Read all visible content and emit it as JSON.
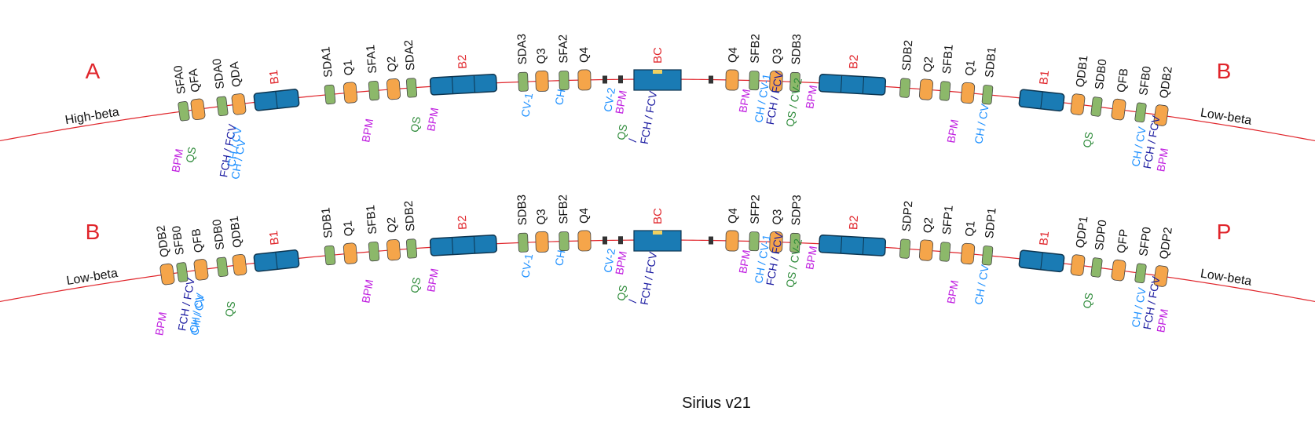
{
  "caption": "Sirius v21",
  "colors": {
    "beamline": "#e0252b",
    "dipole": "#1a7bb4",
    "dipole_stroke": "#0d3550",
    "bc_spot": "#f0d060",
    "quadrupole": "#f5a54a",
    "sextupole": "#8cb86a",
    "element_stroke": "#444444",
    "section_letter": "#e0252b",
    "magnet_name": "#111111",
    "dipole_name": "#e0252b",
    "ch_cv": "#1e90ff",
    "fch_fcv": "#1a1aa0",
    "qs": "#2e8b3a",
    "bpm": "#c020e0"
  },
  "rows": [
    {
      "left_letter": "A",
      "right_letter": "B",
      "left_beta": "High-beta",
      "right_beta": "Low-beta",
      "magnets": [
        {
          "label": "SFA0",
          "kind": "S"
        },
        {
          "label": "QFA",
          "kind": "Q"
        },
        {
          "label": "SDA0",
          "kind": "S"
        },
        {
          "label": "QDA",
          "kind": "Q"
        },
        {
          "label": "B1",
          "kind": "B1"
        },
        {
          "label": "SDA1",
          "kind": "S"
        },
        {
          "label": "Q1",
          "kind": "Q"
        },
        {
          "label": "SFA1",
          "kind": "S"
        },
        {
          "label": "Q2",
          "kind": "Q"
        },
        {
          "label": "SDA2",
          "kind": "S"
        },
        {
          "label": "B2",
          "kind": "B2"
        },
        {
          "label": "SDA3",
          "kind": "S"
        },
        {
          "label": "Q3",
          "kind": "Q"
        },
        {
          "label": "SFA2",
          "kind": "S"
        },
        {
          "label": "Q4",
          "kind": "Q"
        },
        {
          "label": "BC",
          "kind": "BC"
        },
        {
          "label": "Q4",
          "kind": "Q"
        },
        {
          "label": "SFB2",
          "kind": "S"
        },
        {
          "label": "Q3",
          "kind": "Q"
        },
        {
          "label": "SDB3",
          "kind": "S"
        },
        {
          "label": "B2",
          "kind": "B2"
        },
        {
          "label": "SDB2",
          "kind": "S"
        },
        {
          "label": "Q2",
          "kind": "Q"
        },
        {
          "label": "SFB1",
          "kind": "S"
        },
        {
          "label": "Q1",
          "kind": "Q"
        },
        {
          "label": "SDB1",
          "kind": "S"
        },
        {
          "label": "B1",
          "kind": "B1"
        },
        {
          "label": "QDB1",
          "kind": "Q"
        },
        {
          "label": "SDB0",
          "kind": "S"
        },
        {
          "label": "QFB",
          "kind": "Q"
        },
        {
          "label": "SFB0",
          "kind": "S"
        },
        {
          "label": "QDB2",
          "kind": "Q"
        }
      ],
      "correctors": [
        {
          "lines": [
            {
              "t": "BPM",
              "c": "bpm"
            }
          ]
        },
        {
          "lines": [
            {
              "t": "QS",
              "c": "qs"
            }
          ]
        },
        {
          "lines": [
            {
              "t": "FCH / FCV",
              "c": "fch_fcv"
            },
            {
              "t": "CH / CV",
              "c": "ch_cv"
            }
          ]
        },
        {
          "lines": [
            {
              "t": "CH / CV",
              "c": "ch_cv"
            }
          ]
        },
        {
          "lines": [
            {
              "t": "BPM",
              "c": "bpm"
            }
          ]
        },
        {
          "lines": [
            {
              "t": "QS",
              "c": "qs"
            }
          ]
        },
        {
          "lines": [
            {
              "t": "BPM",
              "c": "bpm"
            }
          ]
        },
        {
          "lines": [
            {
              "t": "CV-1",
              "c": "ch_cv"
            }
          ]
        },
        {
          "lines": [
            {
              "t": "CH",
              "c": "ch_cv"
            }
          ]
        },
        {
          "lines": [
            {
              "t": "CV-2",
              "c": "ch_cv"
            },
            {
              "t": "BPM",
              "c": "bpm"
            }
          ]
        },
        {
          "lines": [
            {
              "t": "QS",
              "c": "qs"
            },
            {
              "t": " / ",
              "c": "fch_fcv"
            },
            {
              "t": "FCH / FCV",
              "c": "fch_fcv"
            }
          ]
        },
        {
          "lines": [
            {
              "t": "BPM",
              "c": "bpm"
            }
          ]
        },
        {
          "lines": [
            {
              "t": "CH / CV-1",
              "c": "ch_cv"
            },
            {
              "t": "FCH / FCV",
              "c": "fch_fcv"
            }
          ]
        },
        {
          "lines": [
            {
              "t": "QS / CV-2",
              "c": "qs"
            }
          ]
        },
        {
          "lines": [
            {
              "t": "BPM",
              "c": "bpm"
            }
          ]
        },
        {
          "lines": [
            {
              "t": "BPM",
              "c": "bpm"
            }
          ]
        },
        {
          "lines": [
            {
              "t": "CH / CV",
              "c": "ch_cv"
            }
          ]
        },
        {
          "lines": [
            {
              "t": "QS",
              "c": "qs"
            }
          ]
        },
        {
          "lines": [
            {
              "t": "CH / CV",
              "c": "ch_cv"
            },
            {
              "t": "FCH / FCV",
              "c": "fch_fcv"
            }
          ]
        },
        {
          "lines": [
            {
              "t": "BPM",
              "c": "bpm"
            }
          ]
        }
      ]
    },
    {
      "left_letter": "B",
      "right_letter": "P",
      "left_beta": "Low-beta",
      "right_beta": "Low-beta",
      "magnets": [
        {
          "label": "QDB2",
          "kind": "Q"
        },
        {
          "label": "SFB0",
          "kind": "S"
        },
        {
          "label": "QFB",
          "kind": "Q"
        },
        {
          "label": "SDB0",
          "kind": "S"
        },
        {
          "label": "QDB1",
          "kind": "Q"
        },
        {
          "label": "B1",
          "kind": "B1"
        },
        {
          "label": "SDB1",
          "kind": "S"
        },
        {
          "label": "Q1",
          "kind": "Q"
        },
        {
          "label": "SFB1",
          "kind": "S"
        },
        {
          "label": "Q2",
          "kind": "Q"
        },
        {
          "label": "SDB2",
          "kind": "S"
        },
        {
          "label": "B2",
          "kind": "B2"
        },
        {
          "label": "SDB3",
          "kind": "S"
        },
        {
          "label": "Q3",
          "kind": "Q"
        },
        {
          "label": "SFB2",
          "kind": "S"
        },
        {
          "label": "Q4",
          "kind": "Q"
        },
        {
          "label": "BC",
          "kind": "BC"
        },
        {
          "label": "Q4",
          "kind": "Q"
        },
        {
          "label": "SFP2",
          "kind": "S"
        },
        {
          "label": "Q3",
          "kind": "Q"
        },
        {
          "label": "SDP3",
          "kind": "S"
        },
        {
          "label": "B2",
          "kind": "B2"
        },
        {
          "label": "SDP2",
          "kind": "S"
        },
        {
          "label": "Q2",
          "kind": "Q"
        },
        {
          "label": "SFP1",
          "kind": "S"
        },
        {
          "label": "Q1",
          "kind": "Q"
        },
        {
          "label": "SDP1",
          "kind": "S"
        },
        {
          "label": "B1",
          "kind": "B1"
        },
        {
          "label": "QDP1",
          "kind": "Q"
        },
        {
          "label": "SDP0",
          "kind": "S"
        },
        {
          "label": "QFP",
          "kind": "Q"
        },
        {
          "label": "SFP0",
          "kind": "S"
        },
        {
          "label": "QDP2",
          "kind": "Q"
        }
      ],
      "correctors": [
        {
          "lines": [
            {
              "t": "BPM",
              "c": "bpm"
            }
          ]
        },
        {
          "lines": [
            {
              "t": "FCH / FCV",
              "c": "fch_fcv"
            },
            {
              "t": "CH / CV",
              "c": "ch_cv"
            }
          ]
        },
        {
          "lines": [
            {
              "t": "QS",
              "c": "qs"
            }
          ]
        },
        {
          "lines": [
            {
              "t": "CH / CV",
              "c": "ch_cv"
            }
          ]
        },
        {
          "lines": [
            {
              "t": "BPM",
              "c": "bpm"
            }
          ]
        },
        {
          "lines": [
            {
              "t": "QS",
              "c": "qs"
            }
          ]
        },
        {
          "lines": [
            {
              "t": "BPM",
              "c": "bpm"
            }
          ]
        },
        {
          "lines": [
            {
              "t": "CV-1",
              "c": "ch_cv"
            }
          ]
        },
        {
          "lines": [
            {
              "t": "CH",
              "c": "ch_cv"
            }
          ]
        },
        {
          "lines": [
            {
              "t": "CV-2",
              "c": "ch_cv"
            },
            {
              "t": "BPM",
              "c": "bpm"
            }
          ]
        },
        {
          "lines": [
            {
              "t": "QS",
              "c": "qs"
            },
            {
              "t": " / ",
              "c": "fch_fcv"
            },
            {
              "t": "FCH / FCV",
              "c": "fch_fcv"
            }
          ]
        },
        {
          "lines": [
            {
              "t": "BPM",
              "c": "bpm"
            }
          ]
        },
        {
          "lines": [
            {
              "t": "CH / CV-1",
              "c": "ch_cv"
            },
            {
              "t": "FCH / FCV",
              "c": "fch_fcv"
            }
          ]
        },
        {
          "lines": [
            {
              "t": "QS / CV-2",
              "c": "qs"
            }
          ]
        },
        {
          "lines": [
            {
              "t": "BPM",
              "c": "bpm"
            }
          ]
        },
        {
          "lines": [
            {
              "t": "BPM",
              "c": "bpm"
            }
          ]
        },
        {
          "lines": [
            {
              "t": "CH / CV",
              "c": "ch_cv"
            }
          ]
        },
        {
          "lines": [
            {
              "t": "QS",
              "c": "qs"
            }
          ]
        },
        {
          "lines": [
            {
              "t": "CH / CV",
              "c": "ch_cv"
            },
            {
              "t": "FCH / FCV",
              "c": "fch_fcv"
            }
          ]
        },
        {
          "lines": [
            {
              "t": "BPM",
              "c": "bpm"
            }
          ]
        }
      ]
    }
  ]
}
